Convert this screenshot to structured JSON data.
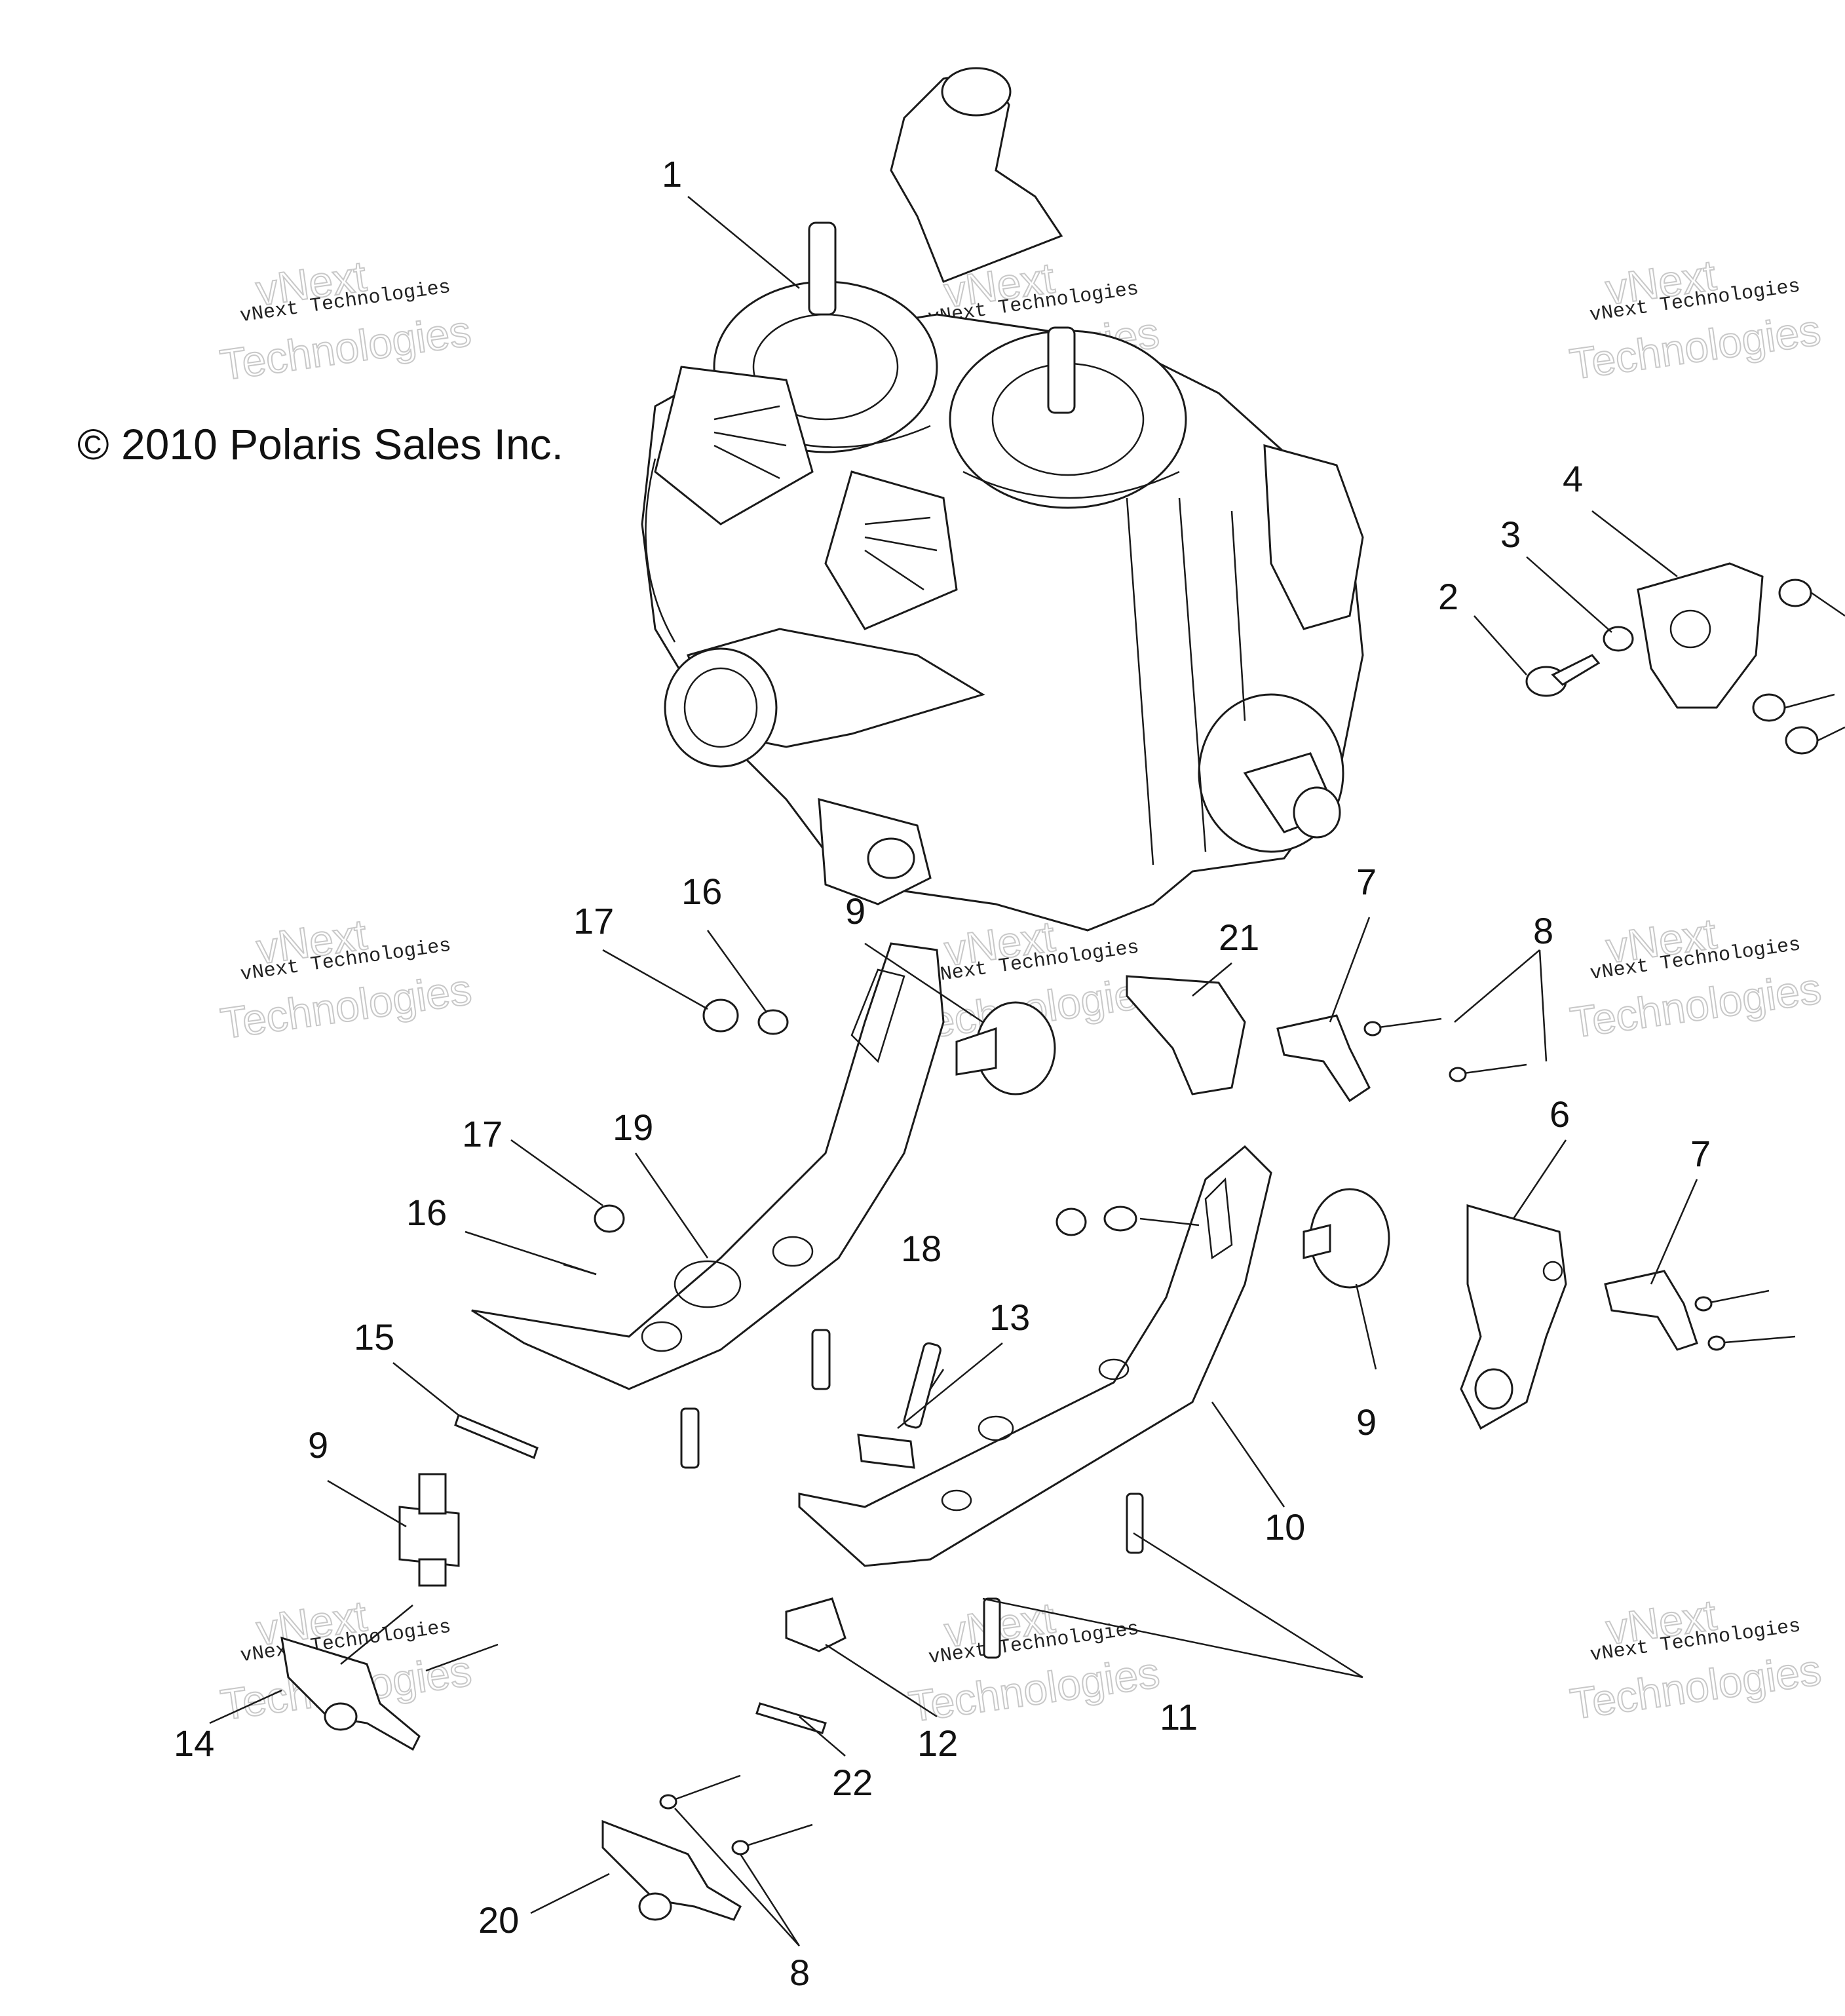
{
  "copyright": "© 2010 Polaris Sales Inc.",
  "watermark": {
    "brand": "vNext Technologies",
    "ghost_line1": "vNext",
    "ghost_line2": "Technologies"
  },
  "callouts": [
    "1",
    "2",
    "3",
    "4",
    "6",
    "7",
    "7",
    "8",
    "8",
    "9",
    "9",
    "9",
    "10",
    "11",
    "12",
    "13",
    "14",
    "15",
    "16",
    "16",
    "17",
    "17",
    "18",
    "19",
    "20",
    "21",
    "22"
  ]
}
